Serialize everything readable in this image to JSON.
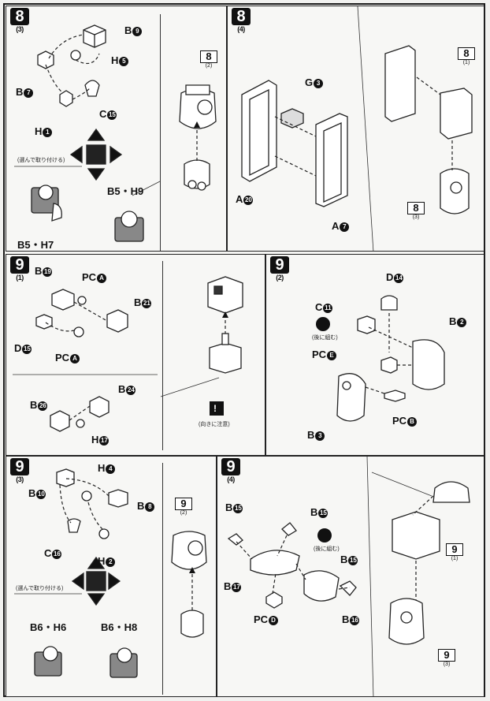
{
  "panels": {
    "p8_3": {
      "step": "8",
      "sub": "(3)",
      "labels": {
        "b9": "B",
        "b9n": "9",
        "h5": "H",
        "h5n": "5",
        "b7": "B",
        "b7n": "7",
        "c15": "C",
        "c15n": "15",
        "h1": "H",
        "h1n": "1"
      },
      "choose_note": "(選んで取り付ける)",
      "opt_left": "B5・H7",
      "opt_right": "B5・H9",
      "ref_step": "8",
      "ref_sub": "(2)"
    },
    "p8_4": {
      "step": "8",
      "sub": "(4)",
      "labels": {
        "g3": "G",
        "g3n": "3",
        "a20": "A",
        "a20n": "20",
        "a7": "A",
        "a7n": "7"
      },
      "ref_top": "8",
      "ref_top_sub": "(1)",
      "ref_bot": "8",
      "ref_bot_sub": "(3)"
    },
    "p9_1": {
      "step": "9",
      "sub": "(1)",
      "labels": {
        "b19": "B",
        "b19n": "19",
        "pca1": "PC",
        "pca1n": "A",
        "b21": "B",
        "b21n": "21",
        "d15": "D",
        "d15n": "15",
        "pca2": "PC",
        "pca2n": "A",
        "b24": "B",
        "b24n": "24",
        "b26": "B",
        "b26n": "26",
        "h17": "H",
        "h17n": "17"
      },
      "caution_note": "(向きに注意)",
      "caution_mark": "!"
    },
    "p9_2": {
      "step": "9",
      "sub": "(2)",
      "labels": {
        "d14": "D",
        "d14n": "14",
        "c11": "C",
        "c11n": "11",
        "b2": "B",
        "b2n": "2",
        "pce": "PC",
        "pcen": "E",
        "pcb": "PC",
        "pcbn": "B",
        "b3": "B",
        "b3n": "3"
      },
      "after_note": "(後に組む)"
    },
    "p9_3": {
      "step": "9",
      "sub": "(3)",
      "labels": {
        "h4": "H",
        "h4n": "4",
        "b10": "B",
        "b10n": "10",
        "b8": "B",
        "b8n": "8",
        "c16": "C",
        "c16n": "16",
        "h2": "H",
        "h2n": "2"
      },
      "choose_note": "(選んで取り付ける)",
      "opt_left": "B6・H6",
      "opt_right": "B6・H8",
      "ref_step": "9",
      "ref_sub": "(2)"
    },
    "p9_4": {
      "step": "9",
      "sub": "(4)",
      "labels": {
        "b15a": "B",
        "b15an": "15",
        "b15b": "B",
        "b15bn": "15",
        "b15c": "B",
        "b15cn": "15",
        "b17": "B",
        "b17n": "17",
        "pcd": "PC",
        "pcdn": "D",
        "b16": "B",
        "b16n": "16"
      },
      "after_note": "(後に組む)",
      "ref_top": "9",
      "ref_top_sub": "(1)",
      "ref_bot": "9",
      "ref_bot_sub": "(3)"
    }
  }
}
